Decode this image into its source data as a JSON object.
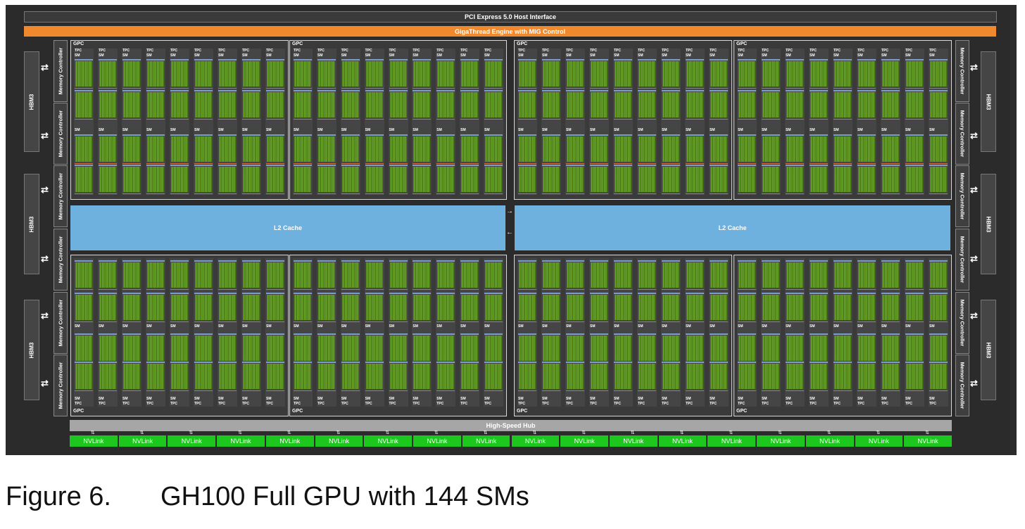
{
  "top": {
    "pcie_label": "PCI Express 5.0 Host Interface",
    "gigathread_label": "GigaThread Engine with MIG Control"
  },
  "memory": {
    "hbm_label": "HBM3",
    "controller_label": "Memory Controller"
  },
  "gpc": {
    "label": "GPC",
    "tpc_label": "TPC",
    "sm_label": "SM"
  },
  "l2": {
    "label": "L2 Cache"
  },
  "hub": {
    "label": "High-Speed Hub"
  },
  "nvlink": {
    "label": "NVLink",
    "count": 18
  },
  "caption": {
    "number": "Figure 6.",
    "text": "GH100 Full GPU with 144 SMs"
  },
  "colors": {
    "chip_bg": "#2b2b2b",
    "gigathread": "#f0892e",
    "l2": "#6eb0de",
    "nvlink": "#1ec71e",
    "hub": "#a6a6a6",
    "sm_green": "#6fae2b"
  }
}
